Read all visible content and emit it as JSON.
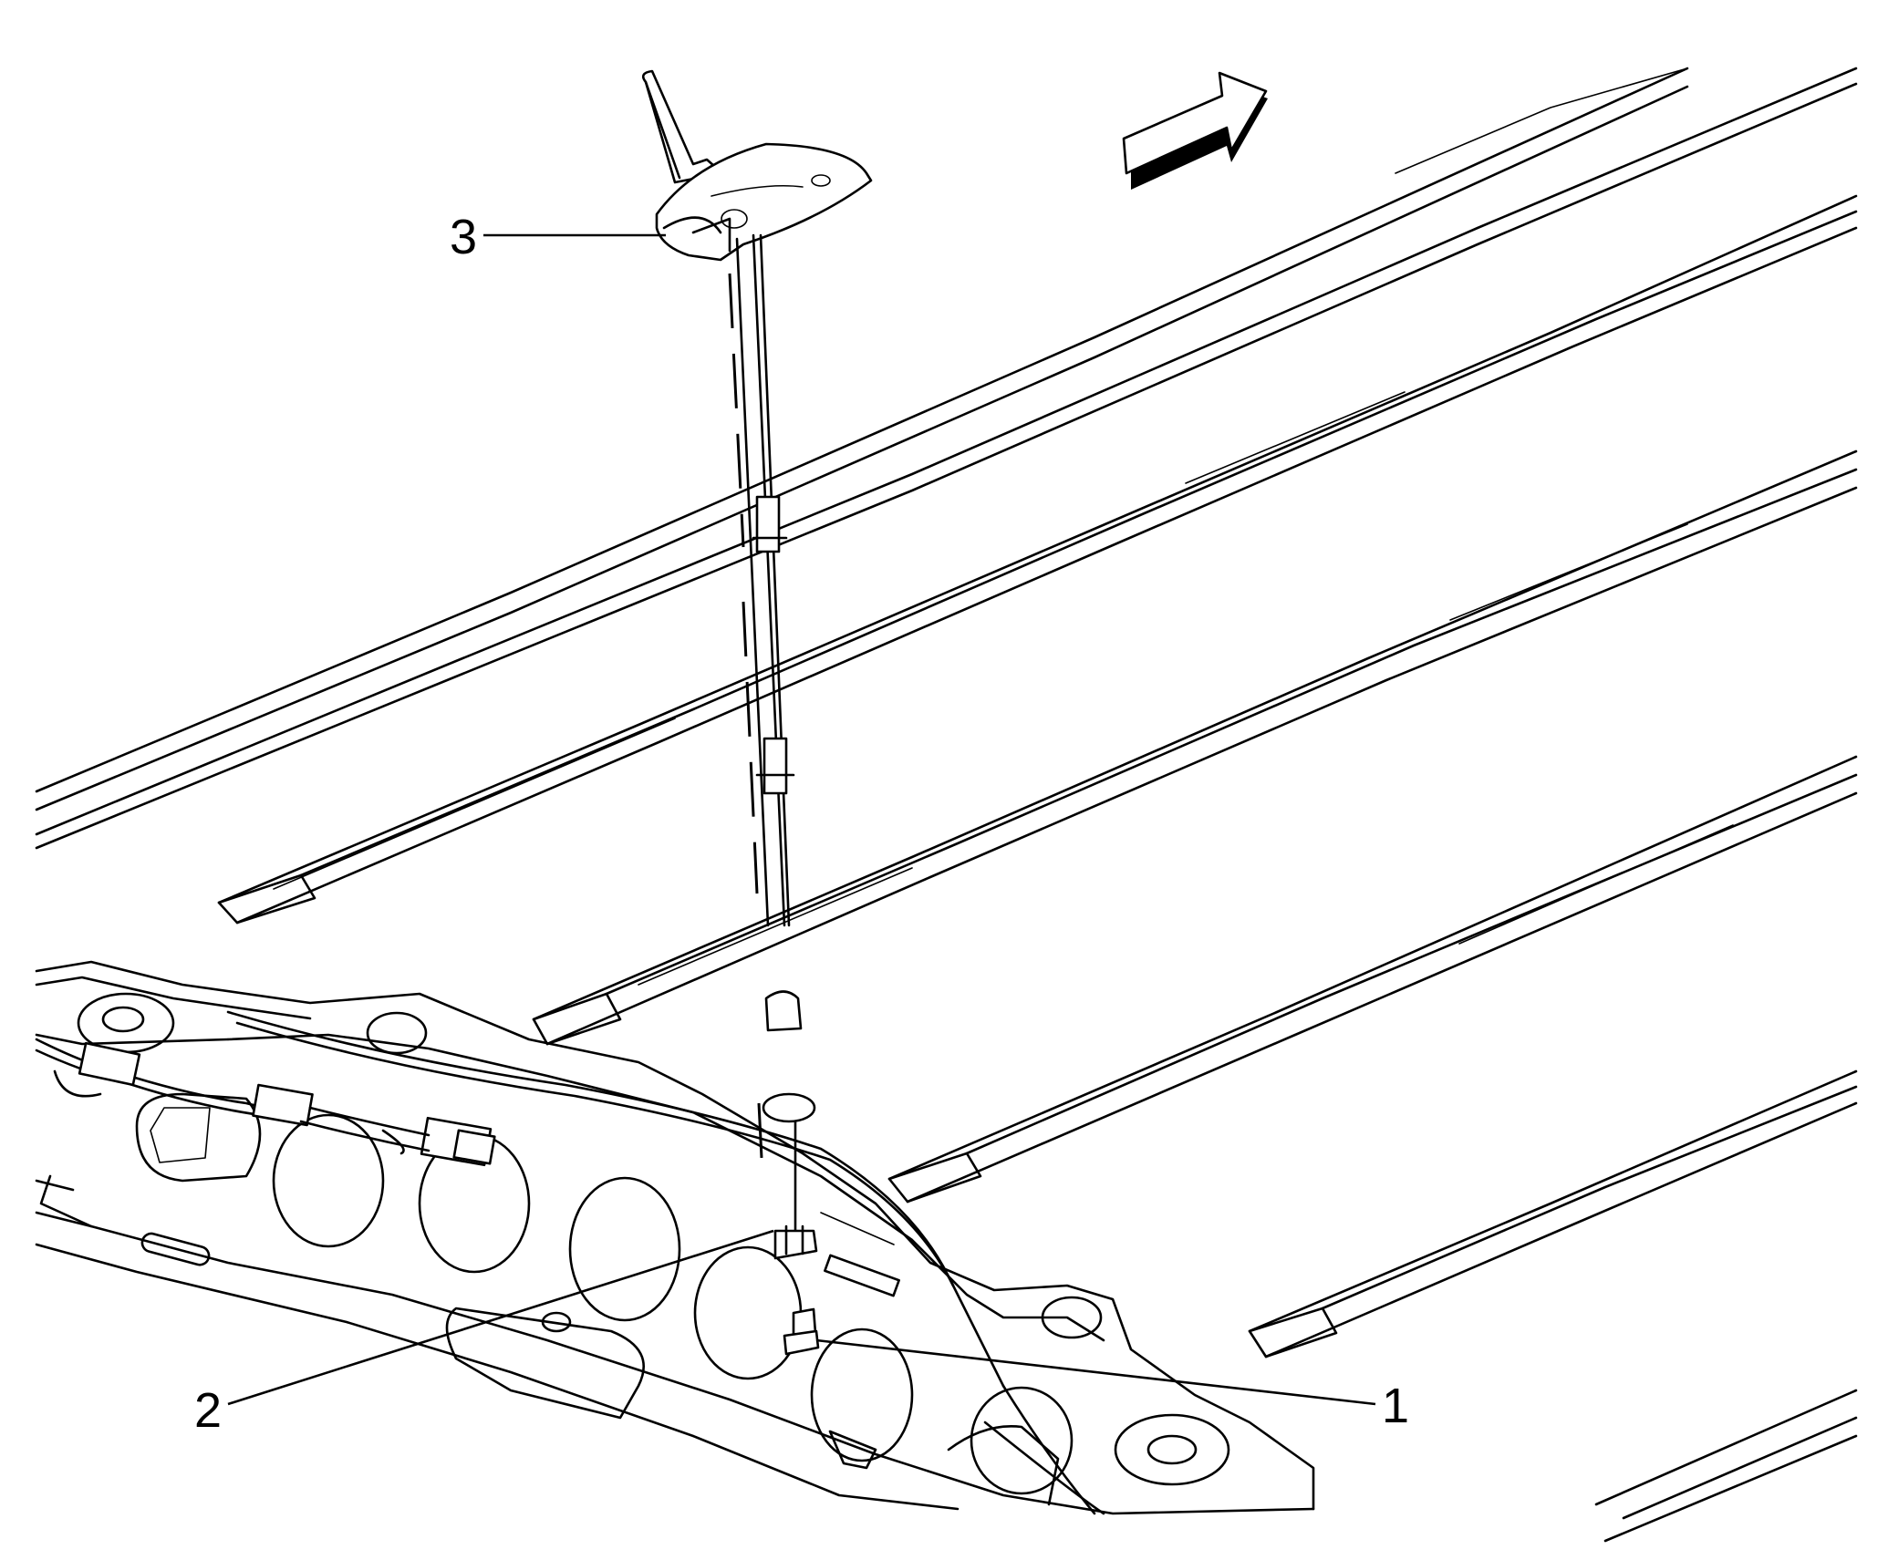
{
  "diagram": {
    "callouts": [
      {
        "id": "callout-1",
        "label": "1"
      },
      {
        "id": "callout-2",
        "label": "2"
      },
      {
        "id": "callout-3",
        "label": "3"
      }
    ],
    "icons": [
      "direction-arrow-icon"
    ]
  }
}
